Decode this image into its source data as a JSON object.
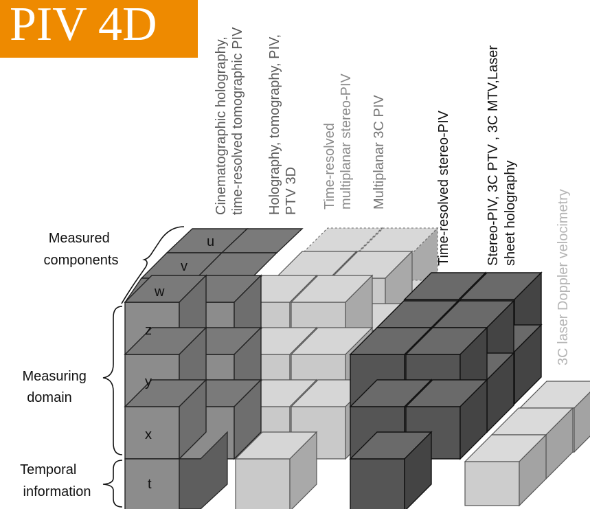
{
  "banner": {
    "title": "PIV 4D"
  },
  "row_labels": {
    "measured_components": [
      "Measured",
      "components"
    ],
    "measuring_domain": [
      "Measuring",
      "domain"
    ],
    "temporal_information": [
      "Temporal",
      "information"
    ]
  },
  "cell_labels": {
    "u": "u",
    "v": "v",
    "w": "w",
    "z": "z",
    "y": "y",
    "x": "x",
    "t": "t"
  },
  "column_headers": [
    {
      "lines": [
        "Cinematographic holography,",
        "time-resolved tomographic PIV"
      ],
      "color": "#5a5a5a"
    },
    {
      "lines": [
        "Holography,  tomography, PIV,",
        "PTV 3D"
      ],
      "color": "#5a5a5a"
    },
    {
      "lines": [
        "Time-resolved",
        "multiplanar stereo-PIV"
      ],
      "color": "#8a8a8a"
    },
    {
      "lines": [
        "Multiplanar 3C PIV"
      ],
      "color": "#777777"
    },
    {
      "lines": [
        "Time-resolved stereo-PIV"
      ],
      "color": "#111111"
    },
    {
      "lines": [
        "Stereo-PIV, 3C PTV , 3C MTV,Laser",
        "sheet holography"
      ],
      "color": "#111111"
    },
    {
      "lines": [
        "3C laser Doppler  velocimetry"
      ],
      "color": "#b4b4b4"
    }
  ],
  "colors": {
    "banner": "#ee8a00",
    "mid_gray": "#8c8c8c",
    "light_gray": "#c8c8c8",
    "dark_gray": "#555555"
  }
}
